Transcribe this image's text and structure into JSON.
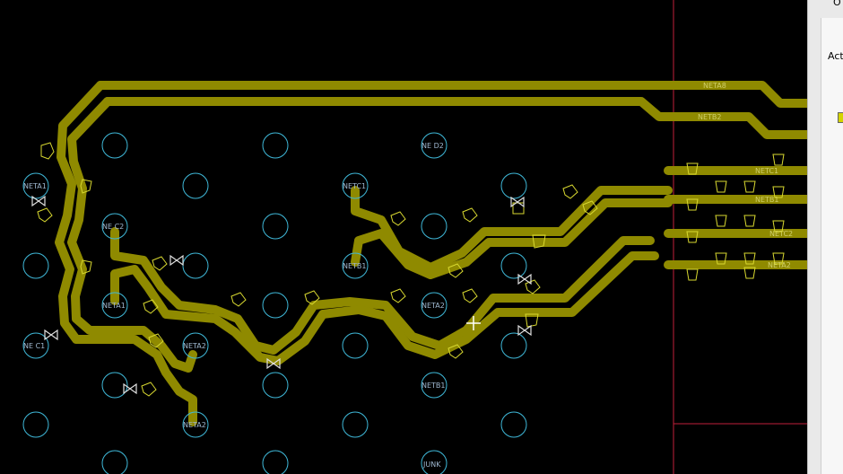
{
  "canvas": {
    "background": "#000000",
    "trace_color": "#8f8a00",
    "pad_color": "#3fb8d8",
    "boundary_color": "#c0203a",
    "pin_labels": [
      "NETA1",
      "NE C2",
      "NETC1",
      "NE C1",
      "NETA1",
      "NETA2",
      "NETA2",
      "NETB1",
      "NETA2",
      "NETB1",
      "JUNK",
      "NE D2"
    ],
    "net_labels": [
      "NETA8",
      "NETB2",
      "NETC1",
      "NETB1",
      "NETC2",
      "NETA2"
    ]
  },
  "side_panel": {
    "top_text": "O",
    "label_text": "Act",
    "swatch_color": "#d4d400"
  }
}
